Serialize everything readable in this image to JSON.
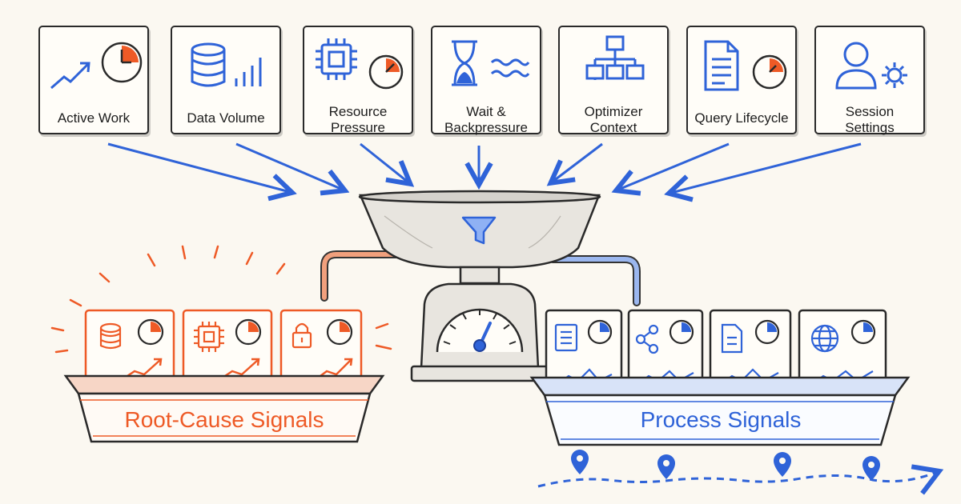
{
  "categories": [
    {
      "label": "Active Work",
      "icon": "trend-chart-with-clock-icon"
    },
    {
      "label": "Data Volume",
      "icon": "database-with-bars-icon"
    },
    {
      "label": "Resource\nPressure",
      "icon": "cpu-chip-with-clock-icon"
    },
    {
      "label": "Wait &\nBackpressure",
      "icon": "hourglass-with-waves-icon"
    },
    {
      "label": "Optimizer\nContext",
      "icon": "hierarchy-tree-icon"
    },
    {
      "label": "Query Lifecycle",
      "icon": "document-with-clock-icon"
    },
    {
      "label": "Session\nSettings",
      "icon": "user-with-gear-icon"
    }
  ],
  "center": {
    "icon": "funnel-icon",
    "gauge": "scale-gauge-icon"
  },
  "root_cause": {
    "label": "Root-Cause Signals",
    "color": "#ee5a26",
    "cards": [
      {
        "icon": "database-icon"
      },
      {
        "icon": "cpu-chip-icon"
      },
      {
        "icon": "lock-icon"
      }
    ]
  },
  "process": {
    "label": "Process Signals",
    "color": "#2f63d8",
    "cards": [
      {
        "icon": "document-list-icon"
      },
      {
        "icon": "share-nodes-icon"
      },
      {
        "icon": "document-icon"
      },
      {
        "icon": "globe-icon"
      }
    ]
  }
}
